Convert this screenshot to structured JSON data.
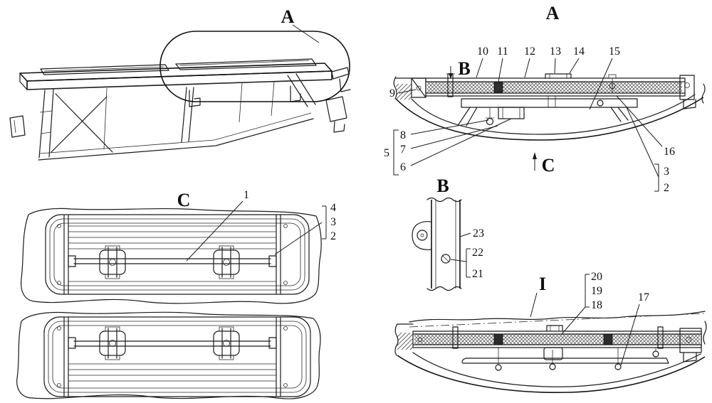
{
  "overview": {
    "balloon_label": "A"
  },
  "section_a": {
    "title": "A",
    "plane_b": "B",
    "plane_c": "C",
    "c2": "2",
    "c3": "3",
    "c5": "5",
    "c6": "6",
    "c7": "7",
    "c8": "8",
    "c9": "9",
    "c10": "10",
    "c11": "11",
    "c12": "12",
    "c13": "13",
    "c14": "14",
    "c15": "15",
    "c16": "16"
  },
  "plan_c": {
    "title": "C",
    "c1": "1",
    "c2": "2",
    "c3": "3",
    "c4": "4"
  },
  "detail_b": {
    "title": "B",
    "c21": "21",
    "c22": "22",
    "c23": "23"
  },
  "view_i": {
    "title": "I",
    "c17": "17",
    "c18": "18",
    "c19": "19",
    "c20": "20"
  }
}
